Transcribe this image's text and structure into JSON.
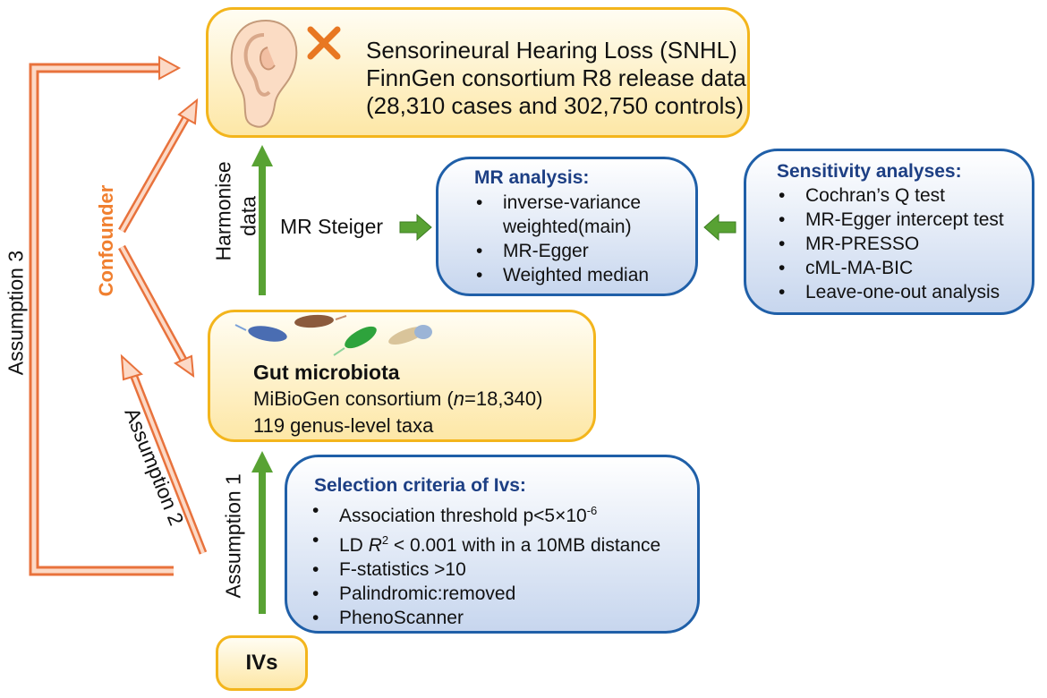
{
  "snhl": {
    "line1": "Sensorineural Hearing Loss (SNHL)",
    "line2": "FinnGen consortium R8 release data",
    "line3": "(28,310 cases and 302,750 controls)"
  },
  "gut": {
    "title": "Gut microbiota",
    "line2_prefix": "MiBioGen consortium (",
    "line2_n": "n",
    "line2_suffix": "=18,340)",
    "line3": "119 genus-level taxa"
  },
  "ivs": {
    "label": "IVs"
  },
  "mr_analysis": {
    "title": "MR analysis:",
    "items": [
      "inverse-variance",
      "weighted(main)",
      "MR-Egger",
      "Weighted median"
    ]
  },
  "sensitivity": {
    "title": "Sensitivity analyses:",
    "items": [
      "Cochran’s Q test",
      "MR-Egger intercept test",
      "MR-PRESSO",
      "cML-MA-BIC",
      "Leave-one-out analysis"
    ]
  },
  "selection": {
    "title": "Selection criteria of Ivs:",
    "item1_text": "Association threshold p<5×10",
    "item1_exp": "-6",
    "item2_prefix": "LD ",
    "item2_r": "R",
    "item2_sup": "2",
    "item2_suffix": " < 0.001 with in a 10MB distance",
    "item3": "F-statistics >10",
    "item4": "Palindromic:removed",
    "item5": "PhenoScanner"
  },
  "labels": {
    "mr_steiger": "MR Steiger",
    "harmonise_1": "Harmonise",
    "harmonise_2": "data",
    "assumption1": "Assumption 1",
    "assumption2": "Assumption 2",
    "assumption3": "Assumption 3",
    "confounder": "Confounder"
  },
  "colors": {
    "yellow_border": "#f3b51c",
    "blue_border": "#1f5fa8",
    "header_blue": "#1d3f84",
    "green_arrow": "#58a233",
    "orange_arrow": "#f2956a",
    "confounder_text": "#f07f2f",
    "cross": "#e87722"
  },
  "icons": [
    "ear-icon",
    "cross-icon",
    "bacteria-icon"
  ]
}
